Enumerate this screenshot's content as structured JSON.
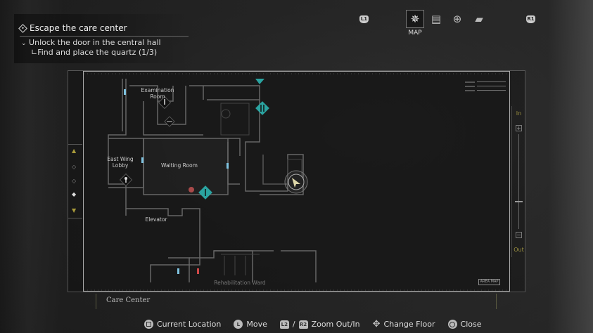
{
  "objective": {
    "main": "Escape the care center",
    "sub": "Unlock the door in the central hall",
    "subsub": "Find and place the quartz (1/3)"
  },
  "tabs": {
    "left_bumper": "L1",
    "right_bumper": "R1",
    "active_label": "MAP",
    "items": [
      "map-icon",
      "files-icon",
      "treasure-icon",
      "inventory-icon"
    ]
  },
  "map": {
    "rooms": [
      "Examination Room",
      "East Wing Lobby",
      "Waiting Room",
      "Elevator",
      "Rehabilitation Ward"
    ],
    "area_map_label": "AREA MAP",
    "zoom_in_label": "In",
    "zoom_out_label": "Out",
    "zoom_level": 0.3,
    "location": "Care Center"
  },
  "controls": [
    {
      "button": "square",
      "label": "Current Location"
    },
    {
      "button": "L",
      "label": "Move"
    },
    {
      "button": "L2",
      "sep": "/",
      "button2": "R2",
      "label": "Zoom Out/In"
    },
    {
      "button": "dpad",
      "label": "Change Floor"
    },
    {
      "button": "circle",
      "label": "Close"
    }
  ],
  "colors": {
    "marker_teal": "#2aa3a0",
    "door_blue": "#7fc3e0",
    "door_red": "#d04848",
    "accent_yellow": "#a89a3a"
  }
}
